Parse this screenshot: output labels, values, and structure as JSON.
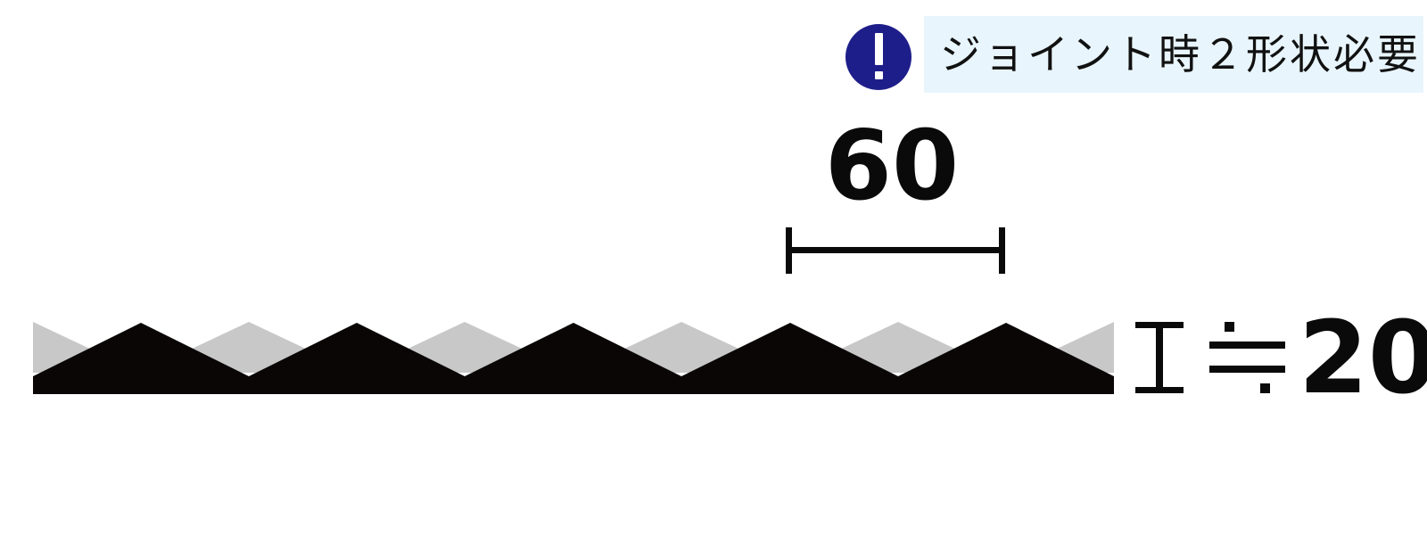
{
  "note": {
    "text": "ジョイント時２形状必要",
    "background": "#e8f5fc",
    "icon": "exclamation-icon",
    "icon_color": "#1e1e8a"
  },
  "dimensions": {
    "pitch": "60",
    "height": "20"
  },
  "profile": {
    "front_color": "#0a0606",
    "back_color": "#c8c8c8",
    "ridges": 5
  }
}
